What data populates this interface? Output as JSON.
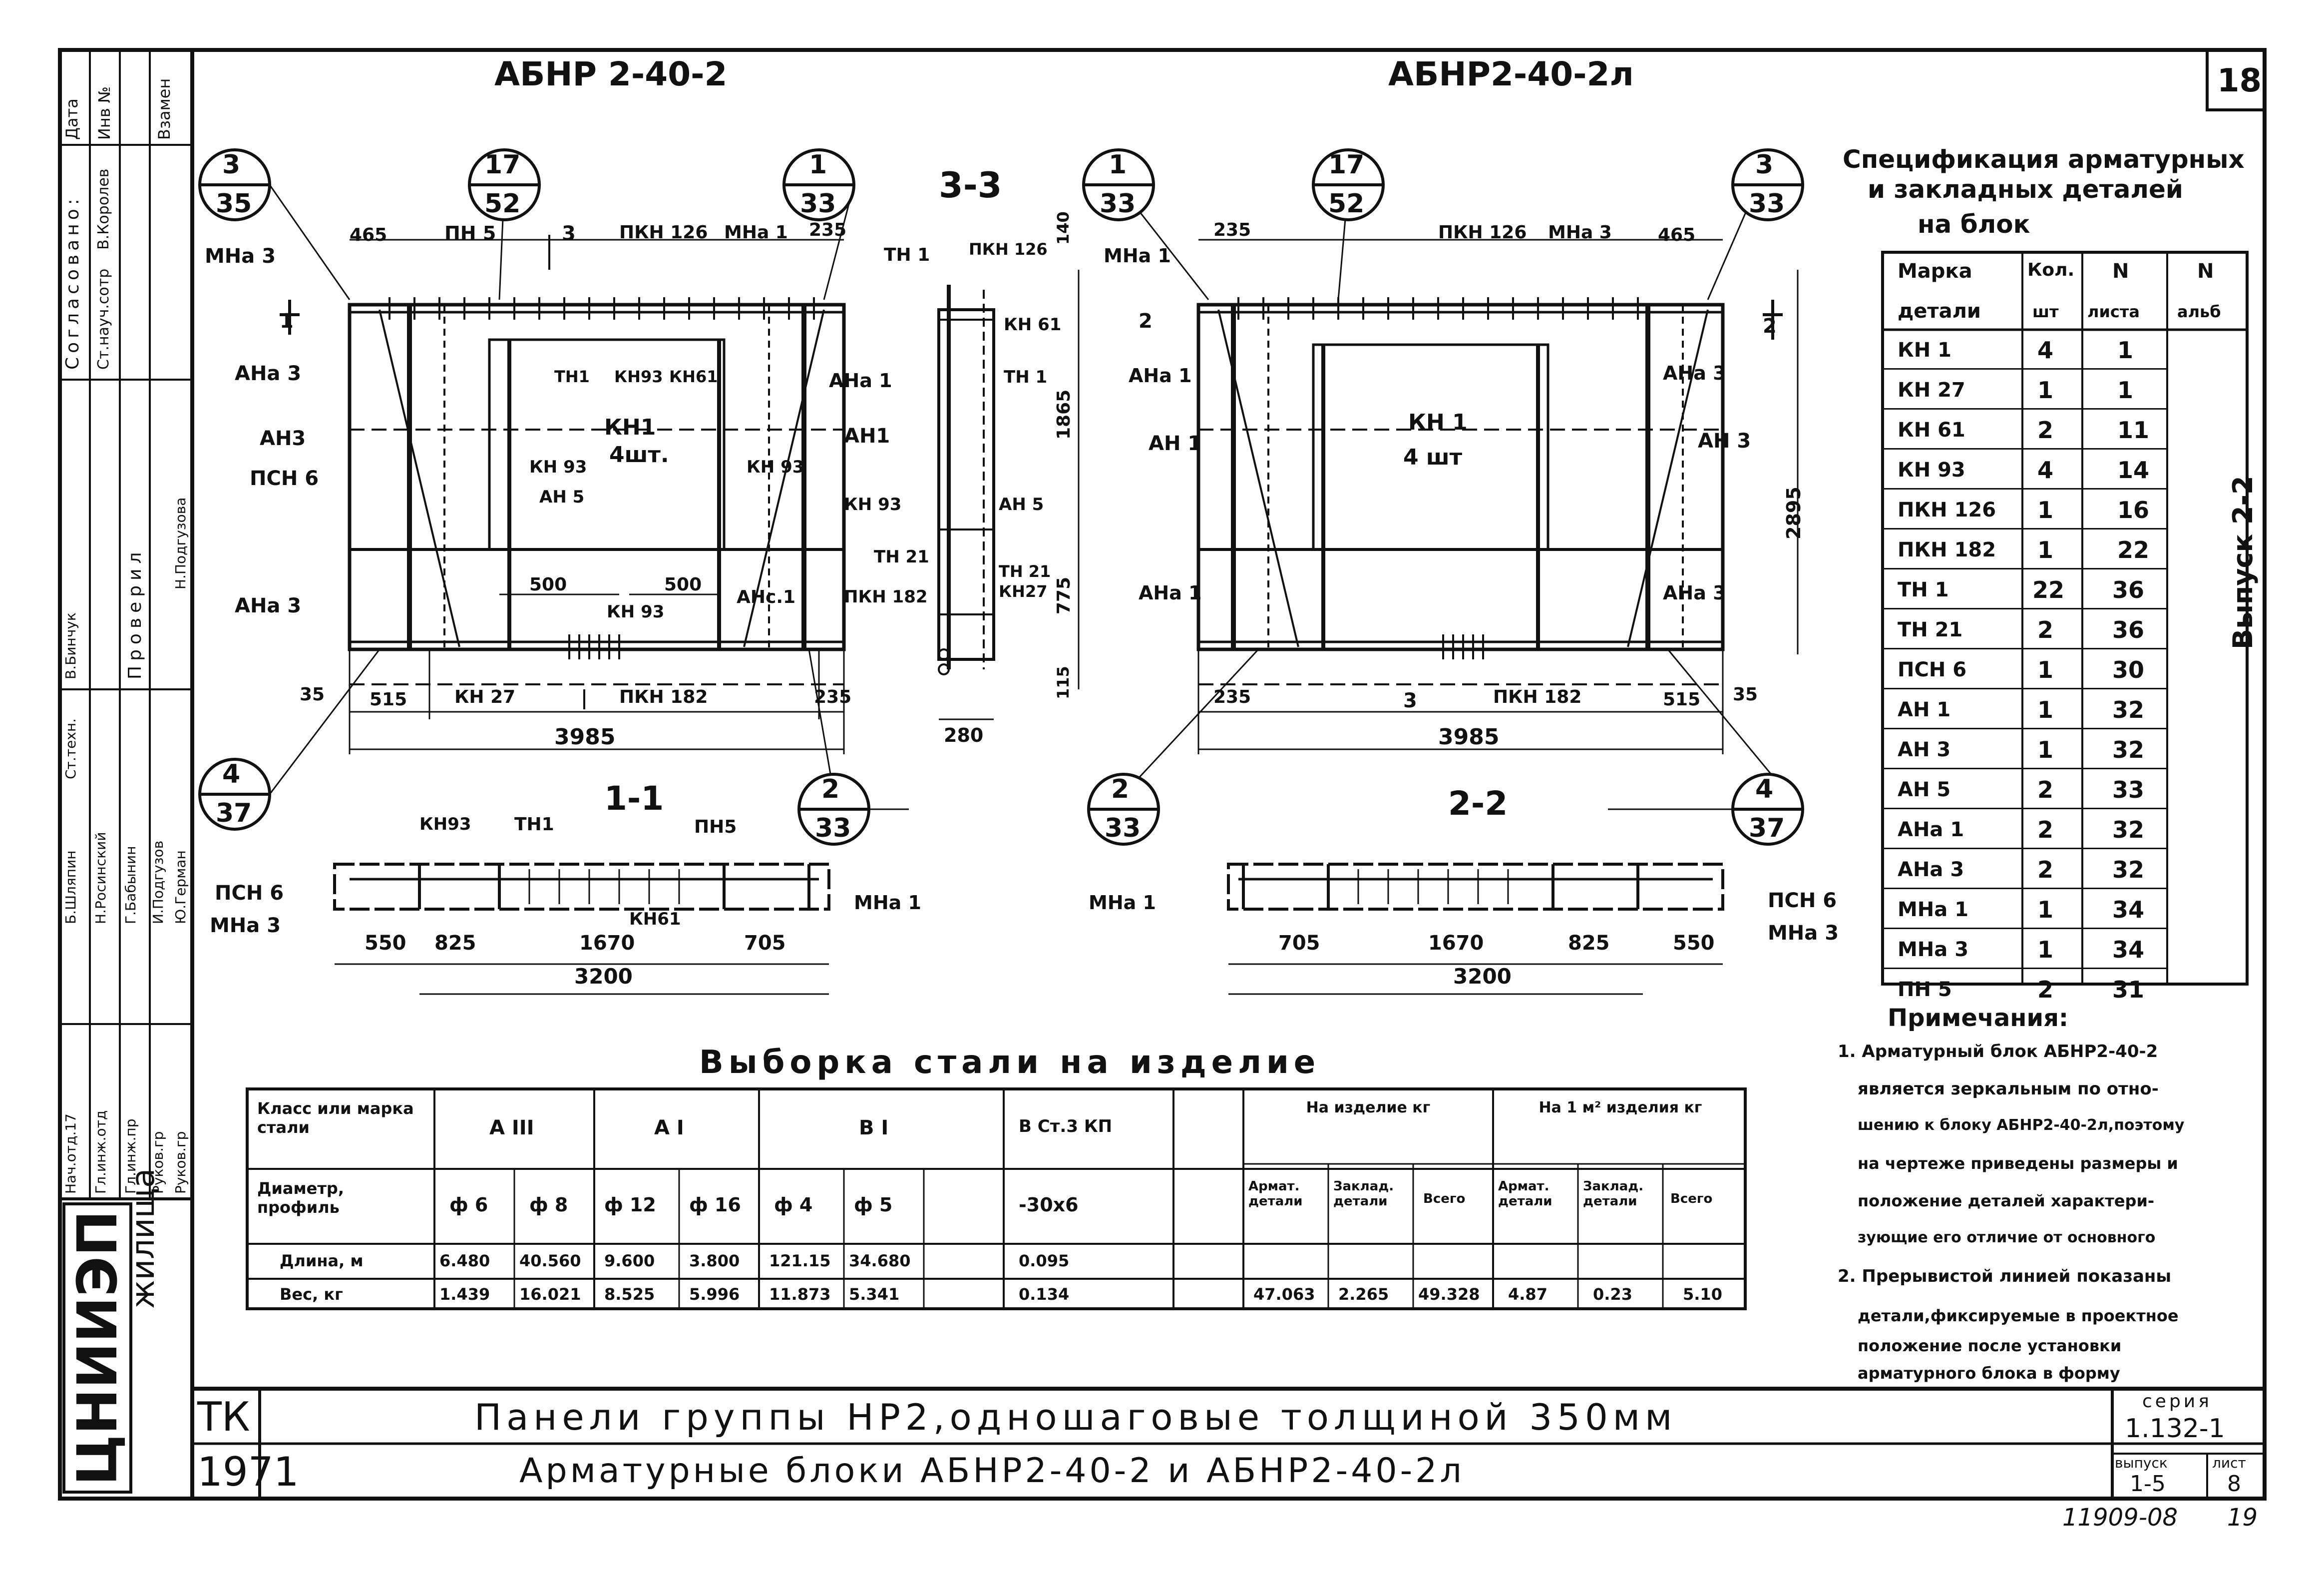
{
  "sheet_number": "18",
  "titles": {
    "left_view": "АБНР 2-40-2",
    "right_view": "АБНР2-40-2л",
    "section_33": "3-3",
    "section_11": "1-1",
    "section_22": "2-2"
  },
  "callouts": [
    {
      "top": "3",
      "bottom": "35"
    },
    {
      "top": "17",
      "bottom": "52"
    },
    {
      "top": "1",
      "bottom": "33"
    },
    {
      "top": "1",
      "bottom": "33"
    },
    {
      "top": "17",
      "bottom": "52"
    },
    {
      "top": "3",
      "bottom": "33"
    },
    {
      "top": "4",
      "bottom": "37"
    },
    {
      "top": "2",
      "bottom": "33"
    },
    {
      "top": "2",
      "bottom": "33"
    },
    {
      "top": "4",
      "bottom": "37"
    }
  ],
  "labels_left": {
    "mna3": "МНа 3",
    "ana3_top": "АНа 3",
    "an3": "АН3",
    "psn6": "ПСН 6",
    "ana3_bottom": "АНа 3",
    "pn5": "ПН 5",
    "pkn126": "ПКН 126",
    "mna1": "МНа 1",
    "tn1_a": "ТН1",
    "kn93_a": "КН93",
    "kn61": "КН61",
    "ana1": "АНа 1",
    "kn1": "КН1",
    "qty": "4шт.",
    "an1": "АН1",
    "kn93_b": "КН 93",
    "kn93_c": "КН 93",
    "an5": "АН 5",
    "kn93_d": "КН 93",
    "anc1": "АНс.1",
    "kn27": "КН 27",
    "pkn182": "ПКН 182",
    "mark11": "1",
    "mark3": "3"
  },
  "dims_left": {
    "d465": "465",
    "d235a": "235",
    "d500a": "500",
    "d500b": "500",
    "d35": "35",
    "d515": "515",
    "d235b": "235",
    "d3985": "3985"
  },
  "section33": {
    "tn1": "ТН 1",
    "pkn126": "ПКН 126",
    "kn61": "КН 61",
    "tn1b": "ТН 1",
    "kn93": "КН 93",
    "an5": "АН 5",
    "tn21a": "ТН 21",
    "tn21b": "ТН 21",
    "kn27": "КН27",
    "pkn182": "ПКН 182",
    "d140": "140",
    "d1865": "1865",
    "d775": "775",
    "d115": "115",
    "d280": "280"
  },
  "labels_right": {
    "mna1": "МНа 1",
    "pkn126": "ПКН 126",
    "mna3": "МНа 3",
    "ana1": "АНа 1",
    "an1": "АН 1",
    "kn1": "КН 1",
    "qty": "4 шт",
    "ana3_top": "АНа 3",
    "an3": "АН 3",
    "ana1_bottom": "АНа 1",
    "ana3_bottom": "АНа 3",
    "pkn182": "ПКН 182",
    "mark12": "2",
    "mark21": "2",
    "mark3": "3"
  },
  "dims_right": {
    "d235a": "235",
    "d465": "465",
    "d2895": "2895",
    "d235b": "235",
    "d515": "515",
    "d35": "35",
    "d3985": "3985"
  },
  "section11": {
    "kn93": "КН93",
    "tn1": "ТН1",
    "pn5": "ПН5",
    "kn61": "КН61",
    "psn6": "ПСН 6",
    "mna3": "МНа 3",
    "mna1": "МНа 1",
    "d550": "550",
    "d825": "825",
    "d1670": "1670",
    "d705": "705",
    "d3200": "3200"
  },
  "section22": {
    "mna1": "МНа 1",
    "psn6": "ПСН 6",
    "mna3": "МНа 3",
    "d705": "705",
    "d1670": "1670",
    "d825": "825",
    "d550": "550",
    "d3200": "3200"
  },
  "spec": {
    "title_line1": "Спецификация арматурных",
    "title_line2": "и закладных деталей",
    "title_line3": "на блок",
    "headers": [
      [
        "Марка",
        "детали"
      ],
      [
        "Кол.",
        "шт"
      ],
      [
        "N",
        "листа"
      ],
      [
        "N",
        "альб"
      ]
    ],
    "album_label": "Выпуск 2-2",
    "rows": [
      [
        "КН 1",
        "4",
        "1"
      ],
      [
        "КН 27",
        "1",
        "1"
      ],
      [
        "КН 61",
        "2",
        "11"
      ],
      [
        "КН 93",
        "4",
        "14"
      ],
      [
        "ПКН 126",
        "1",
        "16"
      ],
      [
        "ПКН 182",
        "1",
        "22"
      ],
      [
        "ТН 1",
        "22",
        "36"
      ],
      [
        "ТН 21",
        "2",
        "36"
      ],
      [
        "ПСН 6",
        "1",
        "30"
      ],
      [
        "АН 1",
        "1",
        "32"
      ],
      [
        "АН 3",
        "1",
        "32"
      ],
      [
        "АН 5",
        "2",
        "33"
      ],
      [
        "АНа 1",
        "2",
        "32"
      ],
      [
        "АНа 3",
        "2",
        "32"
      ],
      [
        "МНа 1",
        "1",
        "34"
      ],
      [
        "МНа 3",
        "1",
        "34"
      ],
      [
        "ПН 5",
        "2",
        "31"
      ]
    ]
  },
  "notes": {
    "title": "Примечания:",
    "lines": [
      "1. Арматурный блок АБНР2-40-2",
      "является зеркальным по отно-",
      "шению к блоку АБНР2-40-2л,поэтому",
      "на чертеже приведены размеры и",
      "положение деталей характери-",
      "зующие его отличие от основного",
      "2. Прерывистой линией показаны",
      "детали,фиксируемые в проектное",
      "положение после установки",
      "арматурного блока в форму"
    ]
  },
  "steel": {
    "title": "Выборка стали на изделие",
    "row_headers": [
      "Класс или марка стали",
      "Диаметр, профиль",
      "Длина, м",
      "Вес, кг"
    ],
    "class_headers": [
      "А III",
      "А I",
      "В I",
      "В Ст.3 КП"
    ],
    "diameters": [
      "ф 6",
      "ф 8",
      "ф 12",
      "ф 16",
      "ф 4",
      "ф 5",
      "-30х6"
    ],
    "lengths": [
      "6.480",
      "40.560",
      "9.600",
      "3.800",
      "121.15",
      "34.680",
      "0.095"
    ],
    "weights": [
      "1.439",
      "16.021",
      "8.525",
      "5.996",
      "11.873",
      "5.341",
      "0.134"
    ],
    "group_headers": [
      "На изделие кг",
      "На 1 м² изделия кг"
    ],
    "sub_headers": [
      "Армат. детали",
      "Заклад. детали",
      "Всего",
      "Армат. детали",
      "Заклад. детали",
      "Всего"
    ],
    "totals": [
      "47.063",
      "2.265",
      "49.328",
      "4.87",
      "0.23",
      "5.10"
    ]
  },
  "title_block": {
    "org_logo": "ЦНИИЭП",
    "org_suffix": "жилища",
    "tk": "ТК",
    "year": "1971",
    "title1": "Панели группы НР2,одношаговые толщиной 350мм",
    "title2": "Арматурные блоки АБНР2-40-2 и АБНР2-40-2л",
    "series_label": "серия",
    "series_value": "1.132-1",
    "issue_label": "выпуск",
    "issue_value": "1-5",
    "sheet_label": "лист",
    "sheet_value": "8",
    "bottom_number": "11909-08",
    "bottom_page": "19"
  },
  "stamp": {
    "top_headers": [
      "Дата",
      "Инв №",
      "Взамен"
    ],
    "agreed_label": "Согласовано:",
    "agreed_names": [
      "В.Королев",
      "Ст.науч.сотр"
    ],
    "checked_label": "Проверил",
    "names": [
      "В.Бинчук",
      "Ст.техн.",
      "Б.Шляпин",
      "Н.Росинский",
      "Г.Бабынин",
      "И.Подгузов",
      "Ю.Герман",
      "Н.Подгузова"
    ],
    "roles": [
      "Нач.отд.17",
      "Гл.инж.отд",
      "Гл.инж.пр",
      "Руков.гр",
      "Руков.гр"
    ]
  }
}
